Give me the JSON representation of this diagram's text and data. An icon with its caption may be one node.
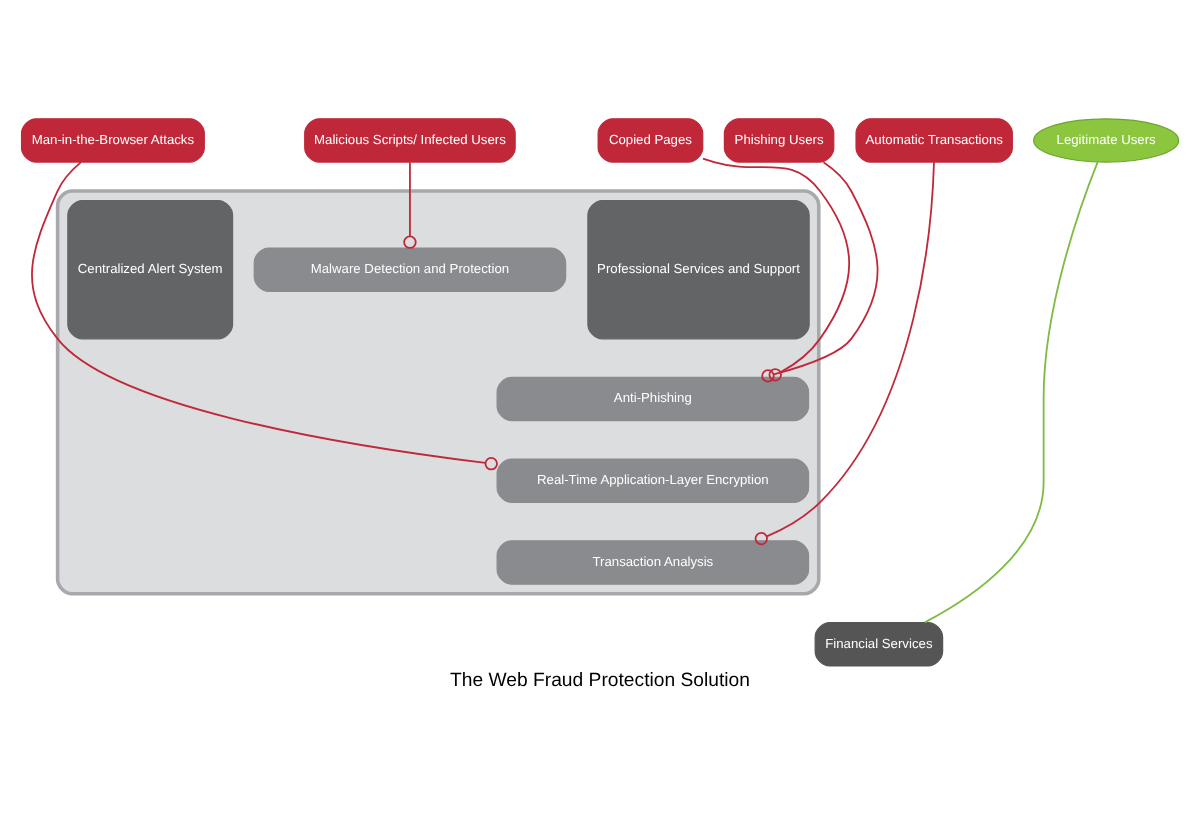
{
  "diagram": {
    "caption": "The Web Fraud Protection Solution",
    "nodes": [
      {
        "text": [
          "Man-in-the-Browser Attacks"
        ]
      },
      {
        "text": [
          "Malicious Scripts/ Infected Users"
        ]
      },
      {
        "text": [
          "Copied Pages"
        ]
      },
      {
        "text": [
          "Phishing Users"
        ]
      },
      {
        "text": [
          "Automatic Transactions"
        ]
      },
      {
        "text": [
          "Legitimate Users"
        ]
      },
      {
        "text": [],
        "shape": "box"
      },
      {
        "text": [
          "Centralized Alert System"
        ],
        "in": 6
      },
      {
        "text": [
          "Malware Detection and Protection"
        ],
        "in": 6
      },
      {
        "text": [
          "Anti-Phishing"
        ],
        "in": 6
      },
      {
        "text": [
          "Real-Time Application-Layer Encryption"
        ],
        "in": 6
      },
      {
        "text": [
          "Transaction Analysis"
        ],
        "in": 6
      },
      {
        "text": [
          "Professional Services and Support"
        ],
        "in": 6
      },
      {
        "text": [
          "Financial Services"
        ]
      }
    ],
    "edges": [
      {
        "from": 0,
        "to": 10,
        "arrow": "other"
      },
      {
        "from": 1,
        "to": 8,
        "arrow": "other"
      },
      {
        "from": 2,
        "to": 9,
        "arrow": "other"
      },
      {
        "from": 3,
        "to": 9,
        "arrow": "other"
      },
      {
        "from": 4,
        "to": 11,
        "arrow": "other"
      },
      {
        "from": 5,
        "to": 13,
        "arrow": "none",
        "color": "#7dbb42"
      }
    ]
  }
}
